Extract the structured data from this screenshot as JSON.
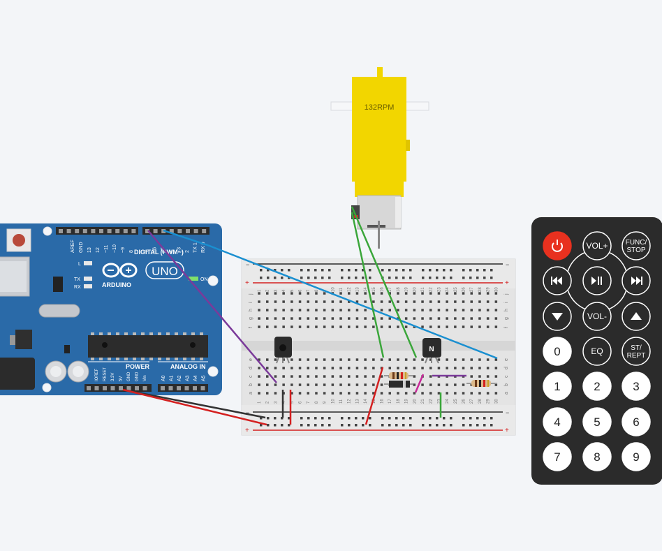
{
  "motor": {
    "rpm_label": "132RPM",
    "body_color": "#f2d600"
  },
  "arduino": {
    "brand": "ARDUINO",
    "model": "UNO",
    "logo_symbol": "∞",
    "digital_header_label": "DIGITAL (PWM~)",
    "power_header_label": "POWER",
    "analog_header_label": "ANALOG IN",
    "on_label": "ON",
    "l_label": "L",
    "tx_label": "TX",
    "rx_label": "RX",
    "digital_pins": [
      "AREF",
      "GND",
      "13",
      "12",
      "~11",
      "~10",
      "~9",
      "8",
      "7",
      "~6",
      "~5",
      "4",
      "~3",
      "2",
      "TX 1",
      "RX 0"
    ],
    "power_pins": [
      "IOREF",
      "RESET",
      "3.3V",
      "5V",
      "GND",
      "GND",
      "Vin"
    ],
    "analog_pins": [
      "A0",
      "A1",
      "A2",
      "A3",
      "A4",
      "A5"
    ],
    "board_color": "#2a6aa8"
  },
  "breadboard": {
    "rail_plus": "+",
    "rail_minus": "−",
    "row_letters_top": [
      "j",
      "i",
      "h",
      "g",
      "f"
    ],
    "row_letters_bottom": [
      "e",
      "d",
      "c",
      "b",
      "a"
    ],
    "column_numbers": [
      "1",
      "2",
      "3",
      "4",
      "5",
      "6",
      "7",
      "8",
      "9",
      "10",
      "11",
      "12",
      "13",
      "14",
      "15",
      "16",
      "17",
      "18",
      "19",
      "20",
      "21",
      "22",
      "23",
      "24",
      "25",
      "26",
      "27",
      "28",
      "29",
      "30"
    ]
  },
  "transistor": {
    "label": "N"
  },
  "remote": {
    "buttons": [
      [
        "power-icon",
        "VOL+",
        "FUNC/\nSTOP"
      ],
      [
        "rewind-icon",
        "play-pause-icon",
        "fast-forward-icon"
      ],
      [
        "down-icon",
        "VOL-",
        "up-icon"
      ],
      [
        "0",
        "EQ",
        "ST/\nREPT"
      ],
      [
        "1",
        "2",
        "3"
      ],
      [
        "4",
        "5",
        "6"
      ],
      [
        "7",
        "8",
        "9"
      ]
    ],
    "power_color": "#e8311f"
  },
  "wire_colors": {
    "blue": "#1a8fd0",
    "purple": "#7b3a9a",
    "green": "#3aa63a",
    "red": "#d42020",
    "black": "#333333",
    "magenta": "#c8289a"
  }
}
